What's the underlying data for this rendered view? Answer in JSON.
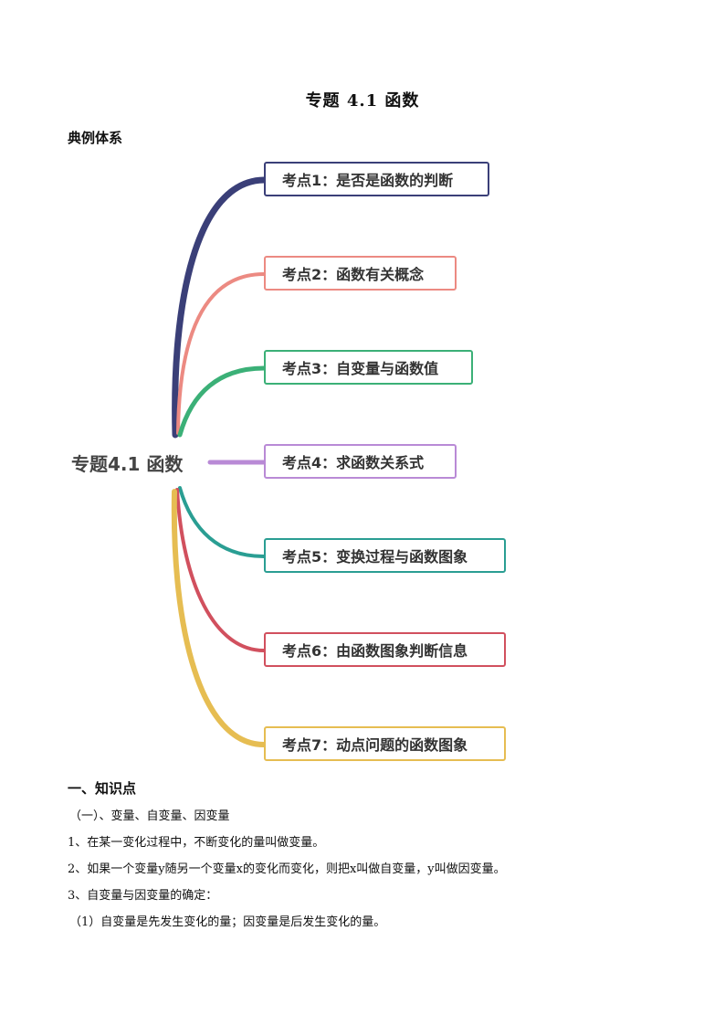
{
  "title": "专题 4.1  函数",
  "section_system": "典例体系",
  "mindmap": {
    "root": "专题4.1 函数",
    "nodes": [
      {
        "label": "考点1：是否是函数的判断",
        "color": "#3a3f78"
      },
      {
        "label": "考点2：函数有关概念",
        "color": "#ec8a82"
      },
      {
        "label": "考点3：自变量与函数值",
        "color": "#3bb077"
      },
      {
        "label": "考点4：求函数关系式",
        "color": "#b98ad6"
      },
      {
        "label": "考点5：变换过程与函数图象",
        "color": "#2a9e93"
      },
      {
        "label": "考点6：由函数图象判断信息",
        "color": "#d1505e"
      },
      {
        "label": "考点7：动点问题的函数图象",
        "color": "#e6bd52"
      }
    ]
  },
  "knowledge": {
    "heading": "一、知识点",
    "lines": [
      "（一）、变量、自变量、因变量",
      "1、在某一变化过程中，不断变化的量叫做变量。",
      "2、如果一个变量y随另一个变量x的变化而变化，则把x叫做自变量，y叫做因变量。",
      "3、自变量与因变量的确定：",
      "（1）自变量是先发生变化的量；因变量是后发生变化的量。"
    ]
  }
}
